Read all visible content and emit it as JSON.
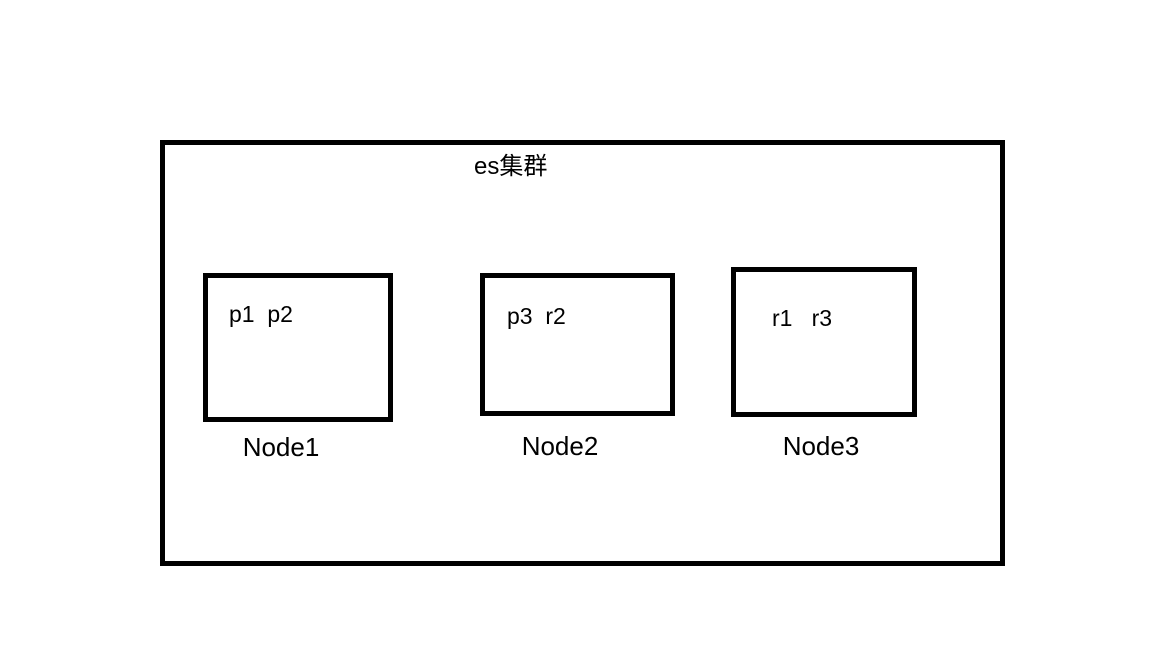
{
  "diagram": {
    "title": "es集群",
    "nodes": [
      {
        "label": "Node1",
        "shards": "p1  p2"
      },
      {
        "label": "Node2",
        "shards": "p3  r2"
      },
      {
        "label": "Node3",
        "shards": "r1   r3"
      }
    ],
    "colors": {
      "border": "#000000",
      "background": "#ffffff",
      "text": "#000000"
    }
  }
}
